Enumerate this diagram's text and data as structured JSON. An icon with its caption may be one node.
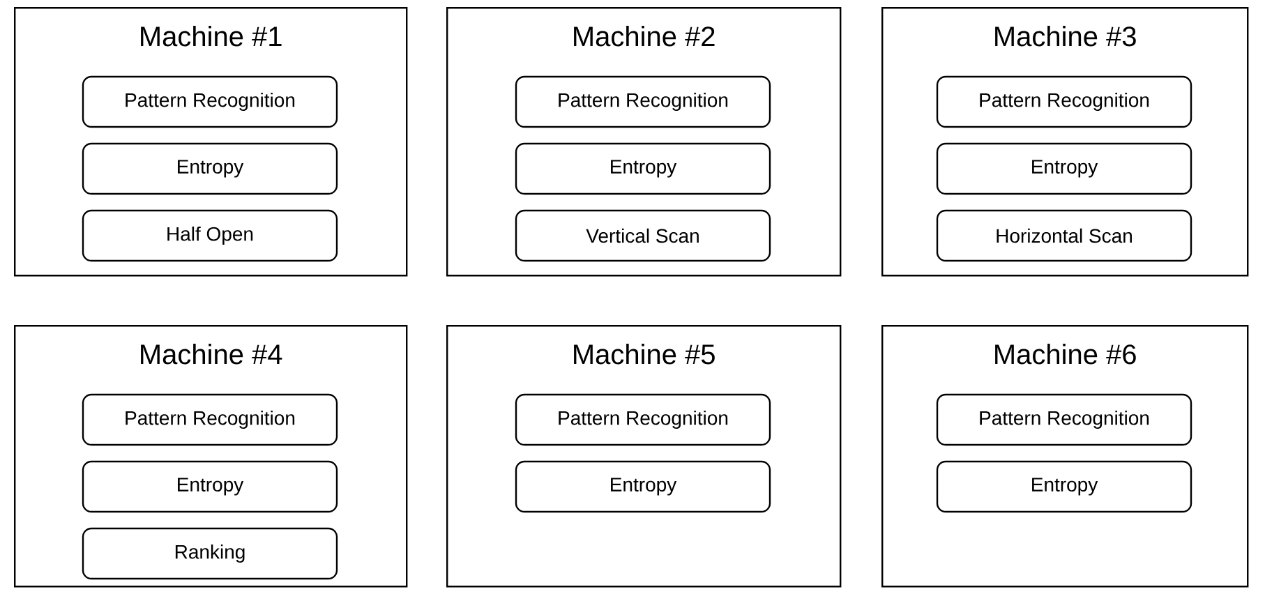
{
  "diagram": {
    "nodes": [
      {
        "text": [
          "Machine #1"
        ]
      },
      {
        "text": [
          "Pattern Recognition"
        ],
        "in": 0
      },
      {
        "text": [
          "Entropy"
        ],
        "in": 0
      },
      {
        "text": [
          "Half Open"
        ],
        "in": 0
      },
      {
        "text": [
          "Machine #2"
        ]
      },
      {
        "text": [
          "Pattern Recognition"
        ],
        "in": 4
      },
      {
        "text": [
          "Entropy"
        ],
        "in": 4
      },
      {
        "text": [
          "Vertical Scan"
        ],
        "in": 4
      },
      {
        "text": [
          "Machine #3"
        ]
      },
      {
        "text": [
          "Pattern Recognition"
        ],
        "in": 8
      },
      {
        "text": [
          "Entropy"
        ],
        "in": 8
      },
      {
        "text": [
          "Horizontal Scan"
        ],
        "in": 8
      },
      {
        "text": [
          "Machine #4"
        ]
      },
      {
        "text": [
          "Pattern Recognition"
        ],
        "in": 12
      },
      {
        "text": [
          "Entropy"
        ],
        "in": 12
      },
      {
        "text": [
          "Ranking"
        ],
        "in": 12
      },
      {
        "text": [
          "Machine #5"
        ]
      },
      {
        "text": [
          "Pattern Recognition"
        ],
        "in": 16
      },
      {
        "text": [
          "Entropy"
        ],
        "in": 16
      },
      {
        "text": [
          "Machine #6"
        ]
      },
      {
        "text": [
          "Pattern Recognition"
        ],
        "in": 19
      },
      {
        "text": [
          "Entropy"
        ],
        "in": 19
      }
    ]
  }
}
